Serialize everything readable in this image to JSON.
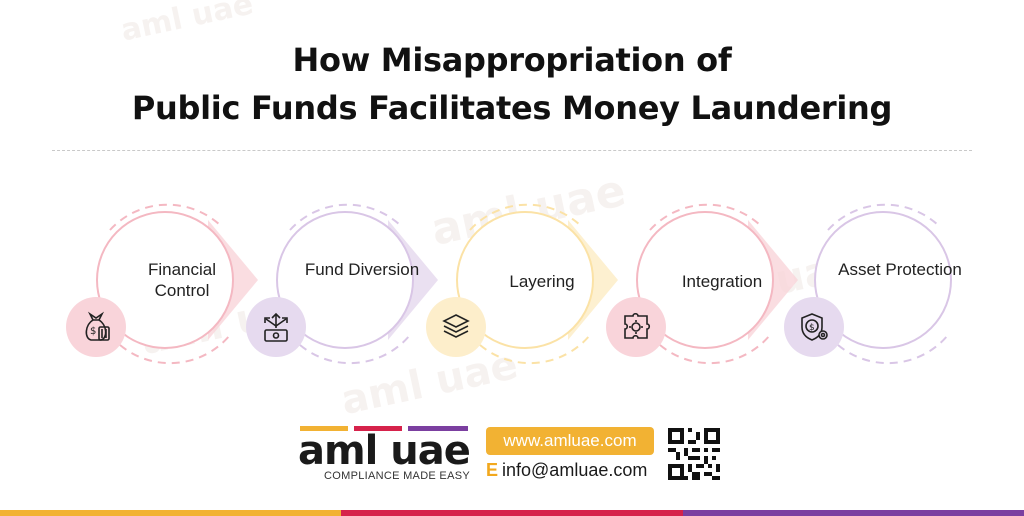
{
  "title": {
    "line1": "How Misappropriation of",
    "line2": "Public Funds Facilitates Money Laundering"
  },
  "watermark_text": "aml uae",
  "steps": [
    {
      "label": "Financial Control",
      "icon": "money-bag-icon",
      "color": "#f4b8c2",
      "icon_bg": "#f9d4da"
    },
    {
      "label": "Fund Diversion",
      "icon": "diverging-arrows-cash-icon",
      "color": "#d9c6e6",
      "icon_bg": "#e6daef"
    },
    {
      "label": "Layering",
      "icon": "layers-icon",
      "color": "#fbe2a6",
      "icon_bg": "#fdeecb"
    },
    {
      "label": "Integration",
      "icon": "puzzle-gear-icon",
      "color": "#f4b8c2",
      "icon_bg": "#f9d4da"
    },
    {
      "label": "Asset Protection",
      "icon": "shield-dollar-gear-icon",
      "color": "#d9c6e6",
      "icon_bg": "#e6daef"
    }
  ],
  "footer": {
    "logo_text": "aml uae",
    "tagline": "COMPLIANCE MADE EASY",
    "website": "www.amluae.com",
    "email_label": "E",
    "email": "info@amluae.com",
    "qr_icon": "qr-code-icon"
  },
  "colors": {
    "orange": "#f2b233",
    "red": "#d6224b",
    "purple": "#7b3fa0"
  }
}
